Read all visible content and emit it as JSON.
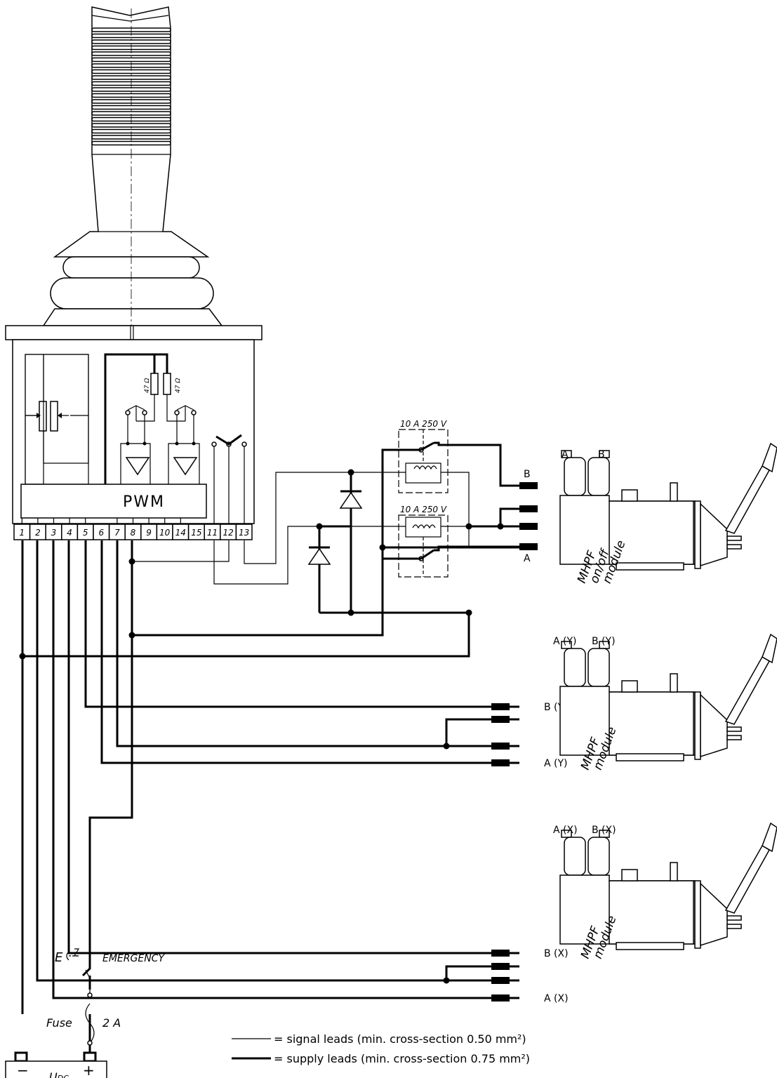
{
  "controller": {
    "pwm_label": "PWM",
    "resistor_label": "47 Ω",
    "terminals": [
      "1",
      "2",
      "3",
      "4",
      "5",
      "6",
      "7",
      "8",
      "9",
      "10",
      "14",
      "15",
      "11",
      "12",
      "13"
    ]
  },
  "relays": {
    "rating": "10 A 250 V"
  },
  "modules": [
    {
      "name_lines": [
        "MHPF",
        "on/off",
        "module"
      ],
      "top_labels": [
        "A",
        "B"
      ],
      "connector_labels": [
        "B",
        "A"
      ]
    },
    {
      "name_lines": [
        "MHPF",
        "module"
      ],
      "top_labels": [
        "A (Y)",
        "B (Y)"
      ],
      "connector_labels": [
        "B (Y)",
        "A (Y)"
      ]
    },
    {
      "name_lines": [
        "MHPF",
        "module"
      ],
      "top_labels": [
        "A (X)",
        "B (X)"
      ],
      "connector_labels": [
        "B (X)",
        "A (X)"
      ]
    }
  ],
  "emergency": {
    "e_label": "E",
    "label": "EMERGENCY"
  },
  "fuse": {
    "label": "Fuse",
    "rating": "2 A"
  },
  "battery": {
    "minus": "−",
    "plus": "+",
    "label": "U",
    "sub": "DC"
  },
  "legend": [
    {
      "style": "thin",
      "text": "= signal leads (min. cross-section 0.50 mm²)"
    },
    {
      "style": "thick",
      "text": "= supply leads (min. cross-section 0.75 mm²)"
    }
  ]
}
